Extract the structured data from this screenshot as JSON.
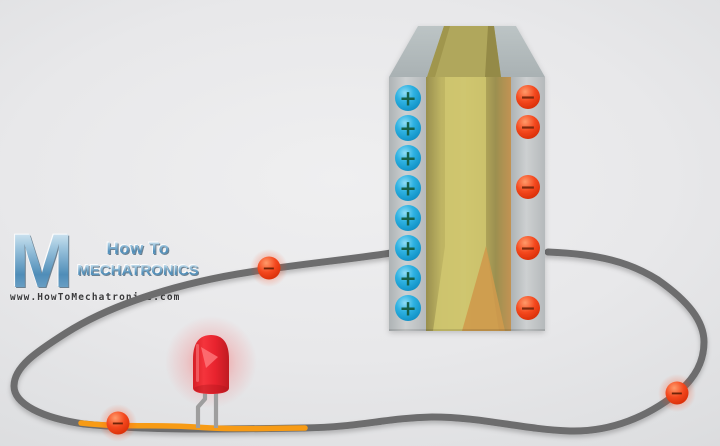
{
  "logo": {
    "monogram": "M",
    "line1": "How To",
    "line2": "MECHATRONICS",
    "url": "www.HowToMechatronics.com"
  },
  "diagram": {
    "battery": {
      "positive_symbol": "+",
      "negative_symbol": "−",
      "positive_charge_count": 8,
      "negative_charge_count": 5
    },
    "circuit": {
      "electron_symbol": "−",
      "electrons_on_wire_count": 3,
      "components": [
        "battery-cell",
        "wire-loop",
        "copper-wire-segment",
        "red-led"
      ]
    },
    "colors": {
      "positive_charge": "#22a6da",
      "positive_sign": "#145f47",
      "negative_charge": "#f2431c",
      "negative_sign": "#7d2a10",
      "wire": "#6d6d6e",
      "copper_wire": "#f79b15",
      "led_body": "#e8232e",
      "electrolyte": "#c3b966",
      "cell_case": "#c3c6c8",
      "background": "#e8e8ea"
    }
  }
}
